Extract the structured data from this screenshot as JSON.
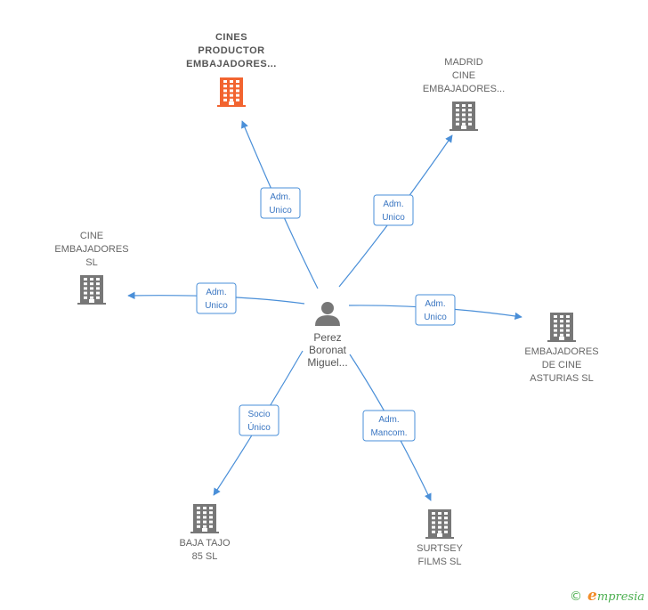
{
  "center": {
    "icon": "person-icon",
    "label_lines": [
      "Perez",
      "Boronat",
      "Miguel..."
    ]
  },
  "companies": [
    {
      "id": "cines-productor",
      "label_lines": [
        "CINES",
        "PRODUCTOR",
        "EMBAJADORES..."
      ],
      "highlight": true,
      "color": "#f26430"
    },
    {
      "id": "madrid-cine",
      "label_lines": [
        "MADRID",
        "CINE",
        "EMBAJADORES..."
      ],
      "highlight": false,
      "color": "#777777"
    },
    {
      "id": "cine-embajadores",
      "label_lines": [
        "CINE",
        "EMBAJADORES",
        "SL"
      ],
      "highlight": false,
      "color": "#777777"
    },
    {
      "id": "embajadores-asturias",
      "label_lines": [
        "EMBAJADORES",
        "DE CINE",
        "ASTURIAS  SL"
      ],
      "highlight": false,
      "color": "#777777"
    },
    {
      "id": "baja-tajo",
      "label_lines": [
        "BAJA TAJO",
        "85 SL"
      ],
      "highlight": false,
      "color": "#777777"
    },
    {
      "id": "surtsey",
      "label_lines": [
        "SURTSEY",
        "FILMS SL"
      ],
      "highlight": false,
      "color": "#777777"
    }
  ],
  "relations": [
    {
      "target": "cines-productor",
      "label_lines": [
        "Adm.",
        "Unico"
      ]
    },
    {
      "target": "madrid-cine",
      "label_lines": [
        "Adm.",
        "Unico"
      ]
    },
    {
      "target": "cine-embajadores",
      "label_lines": [
        "Adm.",
        "Unico"
      ]
    },
    {
      "target": "embajadores-asturias",
      "label_lines": [
        "Adm.",
        "Unico"
      ]
    },
    {
      "target": "baja-tajo",
      "label_lines": [
        "Socio",
        "Único"
      ]
    },
    {
      "target": "surtsey",
      "label_lines": [
        "Adm.",
        "Mancom."
      ]
    }
  ],
  "edge_color": "#4a8fd8",
  "branding": {
    "copyright": "©",
    "initial": "e",
    "name": "mpresia"
  }
}
